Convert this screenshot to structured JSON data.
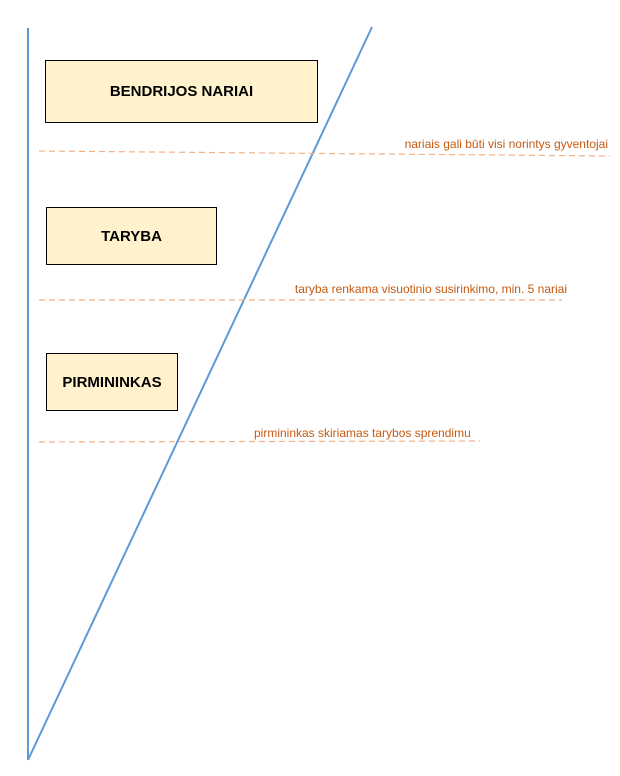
{
  "levels": [
    {
      "label": "BENDRIJOS NARIAI",
      "note": "nariais gali būti visi norintys gyventojai"
    },
    {
      "label": "TARYBA",
      "note": "taryba renkama visuotinio susirinkimo, min. 5 nariai"
    },
    {
      "label": "PIRMININKAS",
      "note": "pirmininkas skiriamas tarybos sprendimu"
    }
  ],
  "colors": {
    "axis": "#5b9bd5",
    "note_text": "#c55a11",
    "dash": "#f4b183",
    "box_fill": "#fff2cc"
  }
}
